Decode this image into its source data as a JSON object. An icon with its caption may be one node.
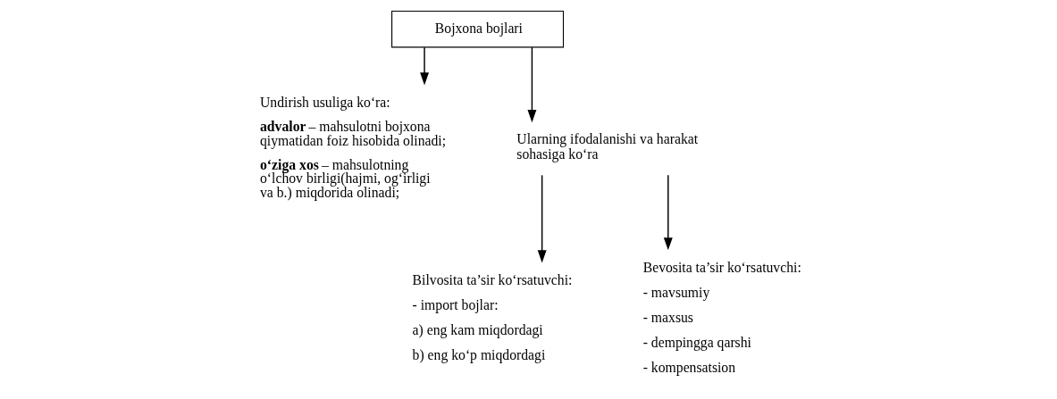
{
  "diagram": {
    "nodes": [
      {
        "text": [
          "Bojxona bojlari"
        ]
      },
      {
        "text": [
          "Undirish usuliga ko‘ra:",
          "**advalor** – mahsulotni bojxona qiymatidan foiz hisobida olinadi;",
          "**o‘ziga xos** – mahsulotning o‘lchov birligi(hajmi, og‘irligi va b.) miqdorida olinadi;"
        ]
      },
      {
        "text": [
          "Ularning ifodalanishi va harakat sohasiga ko‘ra"
        ]
      },
      {
        "text": [
          "Bilvosita ta’sir ko‘rsatuvchi:",
          "- import bojlar:",
          "a) eng kam miqdordagi",
          "b) eng ko‘p miqdordagi"
        ]
      },
      {
        "text": [
          "Bevosita ta’sir ko‘rsatuvchi:",
          "- mavsumiy",
          "- maxsus",
          "- dempingga qarshi",
          "- kompensatsion"
        ]
      }
    ],
    "edges": [
      {
        "from": 0,
        "to": 1,
        "arrow": "to"
      },
      {
        "from": 0,
        "to": 2,
        "arrow": "to"
      },
      {
        "from": 2,
        "to": 3,
        "arrow": "to"
      },
      {
        "from": 2,
        "to": 4,
        "arrow": "to"
      }
    ]
  }
}
